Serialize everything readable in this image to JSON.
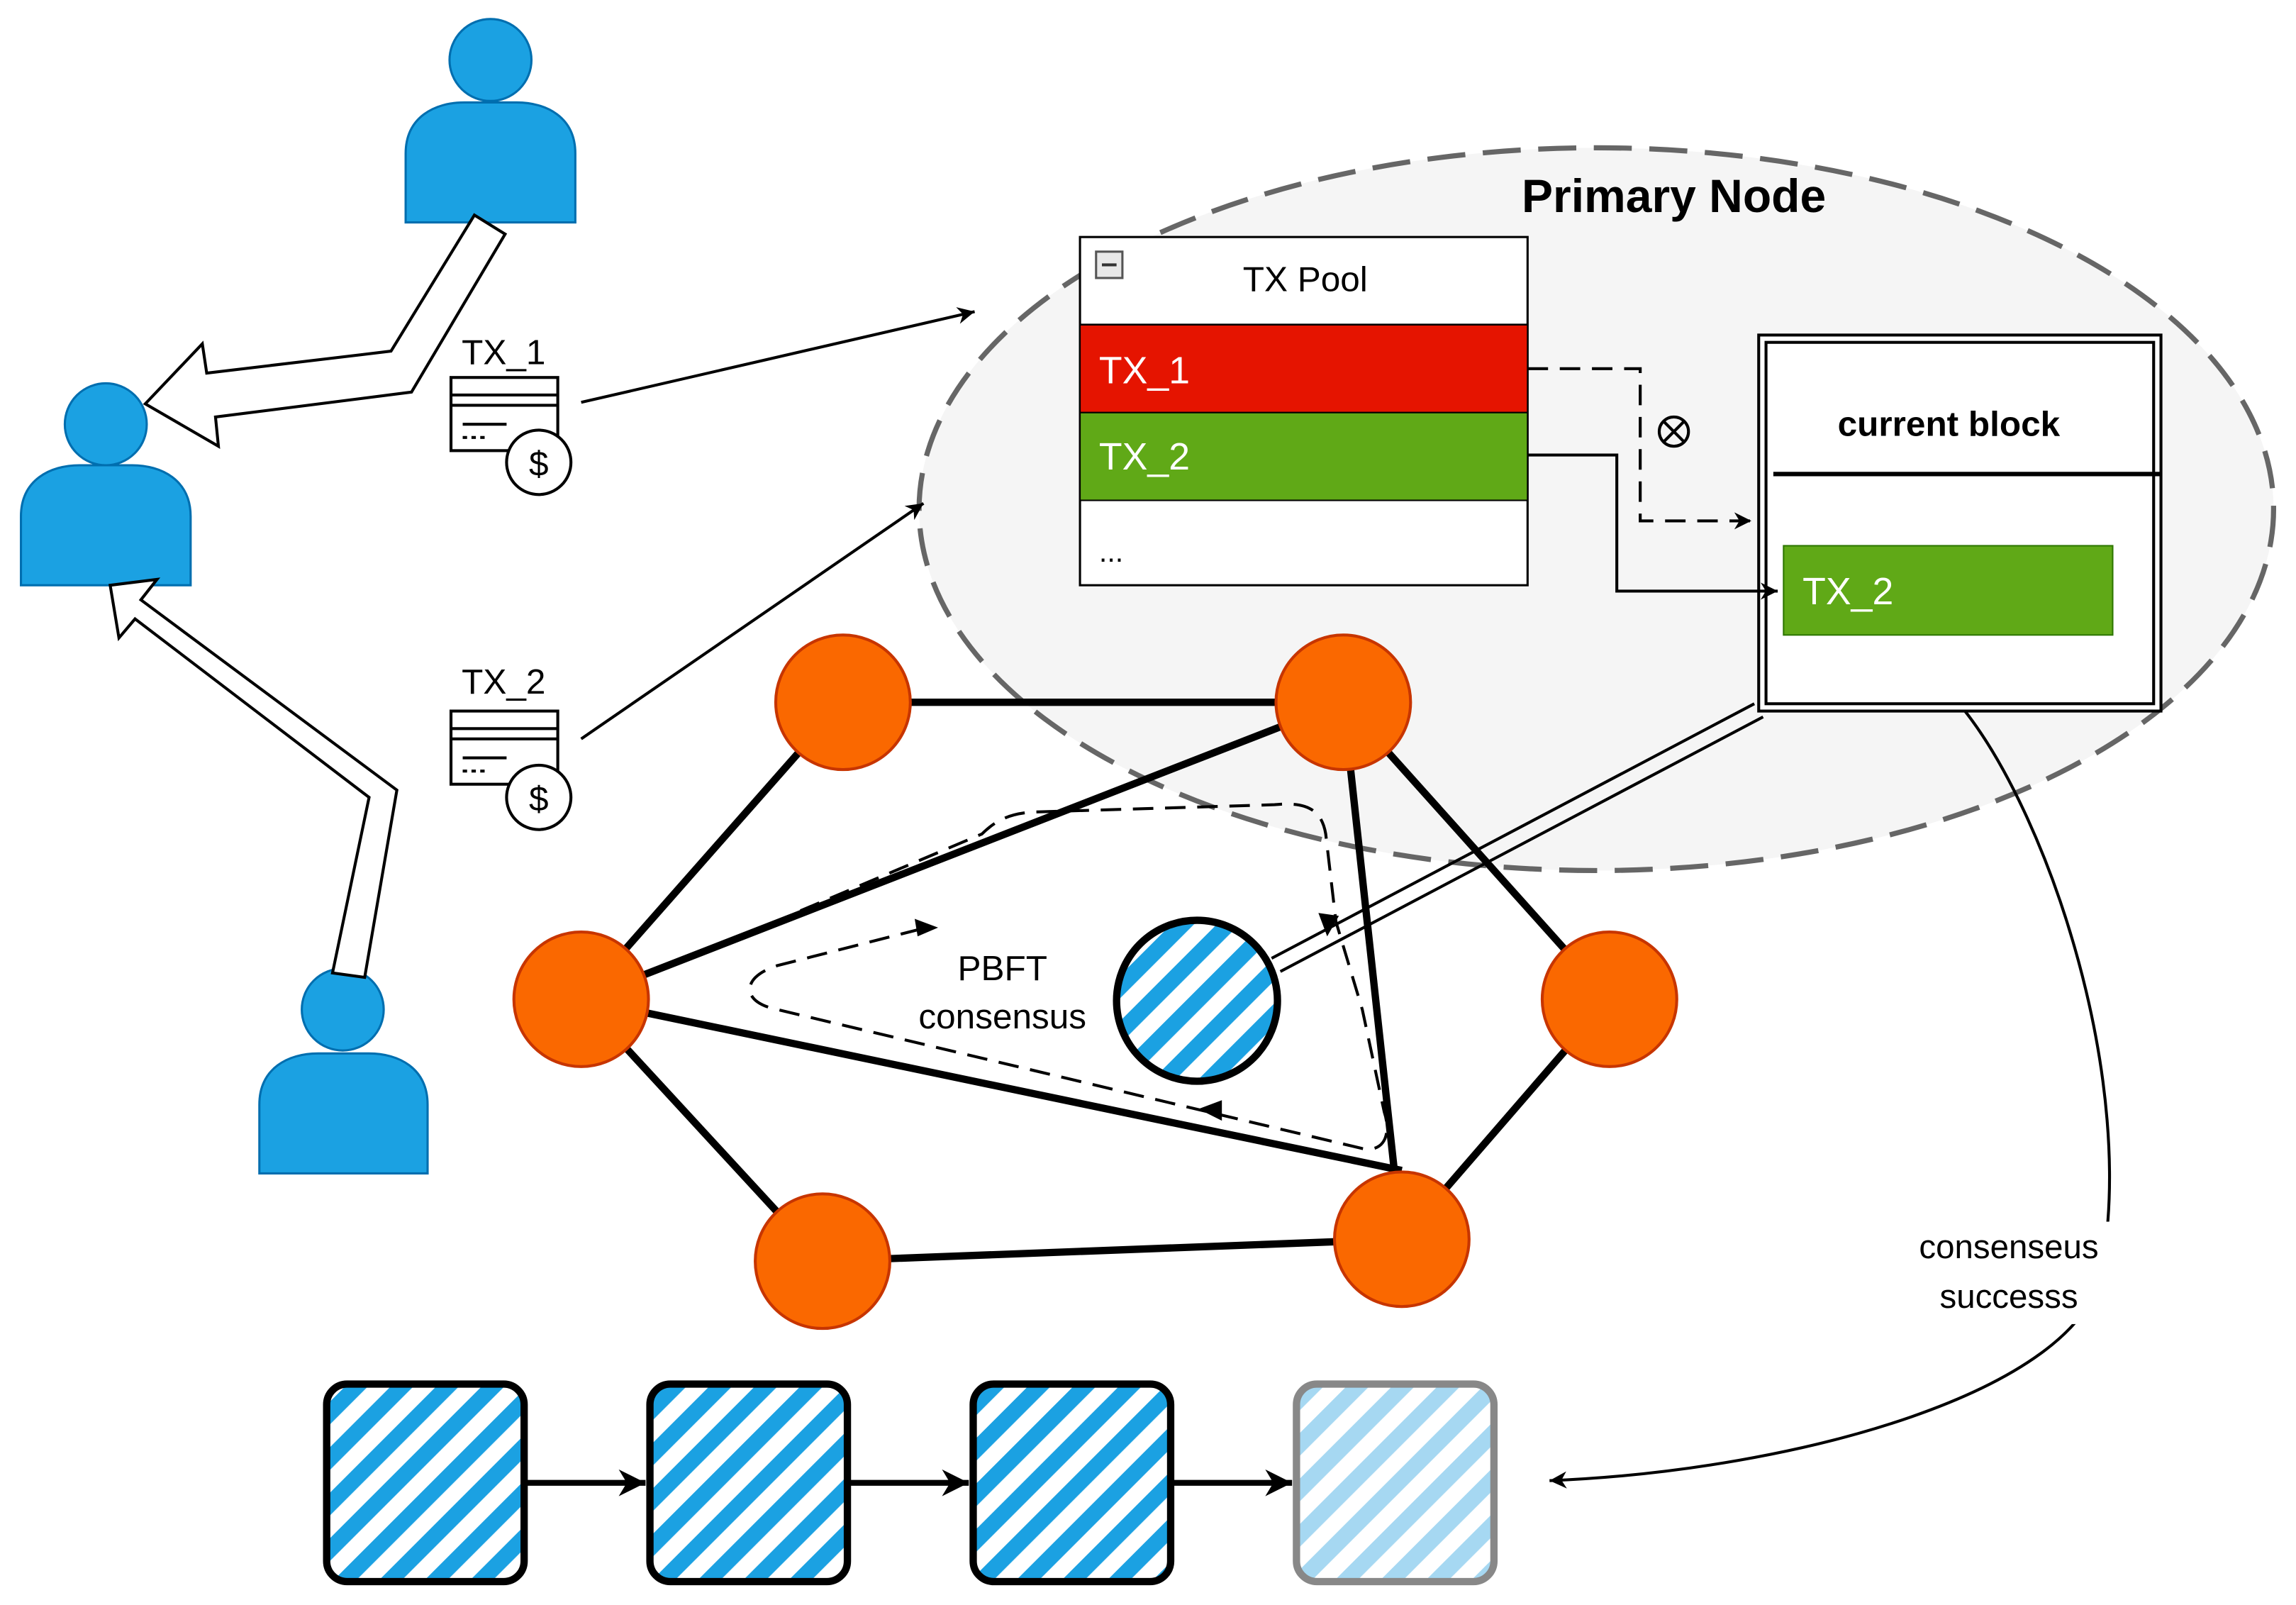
{
  "primary_node": {
    "title": "Primary Node"
  },
  "tx_pool": {
    "title": "TX Pool",
    "rows": [
      {
        "label": "TX_1",
        "color": "#e51400"
      },
      {
        "label": "TX_2",
        "color": "#60a917"
      },
      {
        "label": "...",
        "color": "#ffffff"
      }
    ]
  },
  "current_block": {
    "title": "current block",
    "tx_label": "TX_2",
    "tx_color": "#60a917"
  },
  "transactions": {
    "tx1_label": "TX_1",
    "tx2_label": "TX_2",
    "currency_symbol": "$"
  },
  "consensus": {
    "line1": "PBFT",
    "line2": "consensus"
  },
  "consensus_success": {
    "line1": "consenseus",
    "line2": "successs"
  },
  "colors": {
    "user_blue": "#1ba1e2",
    "user_stroke": "#006eaf",
    "node_orange": "#fa6800",
    "node_stroke": "#c73500",
    "ellipse_fill": "#f5f5f5",
    "ellipse_stroke": "#666666"
  },
  "icons": {
    "user": "user-icon",
    "transaction": "transaction-receipt-icon",
    "dollar": "dollar-coin-icon",
    "rejected": "circle-x-icon",
    "collapse": "minus-box-icon"
  },
  "blockchain": {
    "block_count": 4,
    "pending_block_index": 3
  }
}
